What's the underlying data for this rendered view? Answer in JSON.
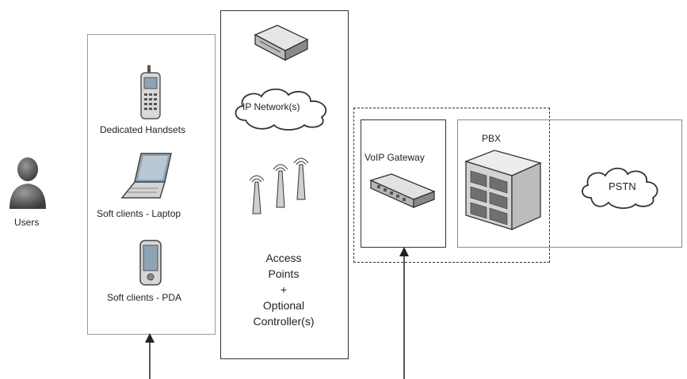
{
  "users": {
    "label": "Users"
  },
  "clients": {
    "items": [
      {
        "label": "Dedicated Handsets",
        "icon": "mobile-phone-icon"
      },
      {
        "label": "Soft clients - Laptop",
        "icon": "laptop-icon"
      },
      {
        "label": "Soft clients - PDA",
        "icon": "pda-icon"
      }
    ]
  },
  "network": {
    "cloud_label": "IP Network(s)",
    "ap_label_lines": [
      "Access",
      "Points",
      "+",
      "Optional",
      "Controller(s)"
    ],
    "icons": [
      "network-switch-icon",
      "cloud-icon",
      "access-point-icon"
    ]
  },
  "gateway": {
    "label": "VoIP Gateway",
    "icon": "gateway-device-icon"
  },
  "pbx": {
    "label": "PBX",
    "icon": "pbx-server-icon"
  },
  "pstn": {
    "label": "PSTN",
    "icon": "cloud-icon"
  }
}
